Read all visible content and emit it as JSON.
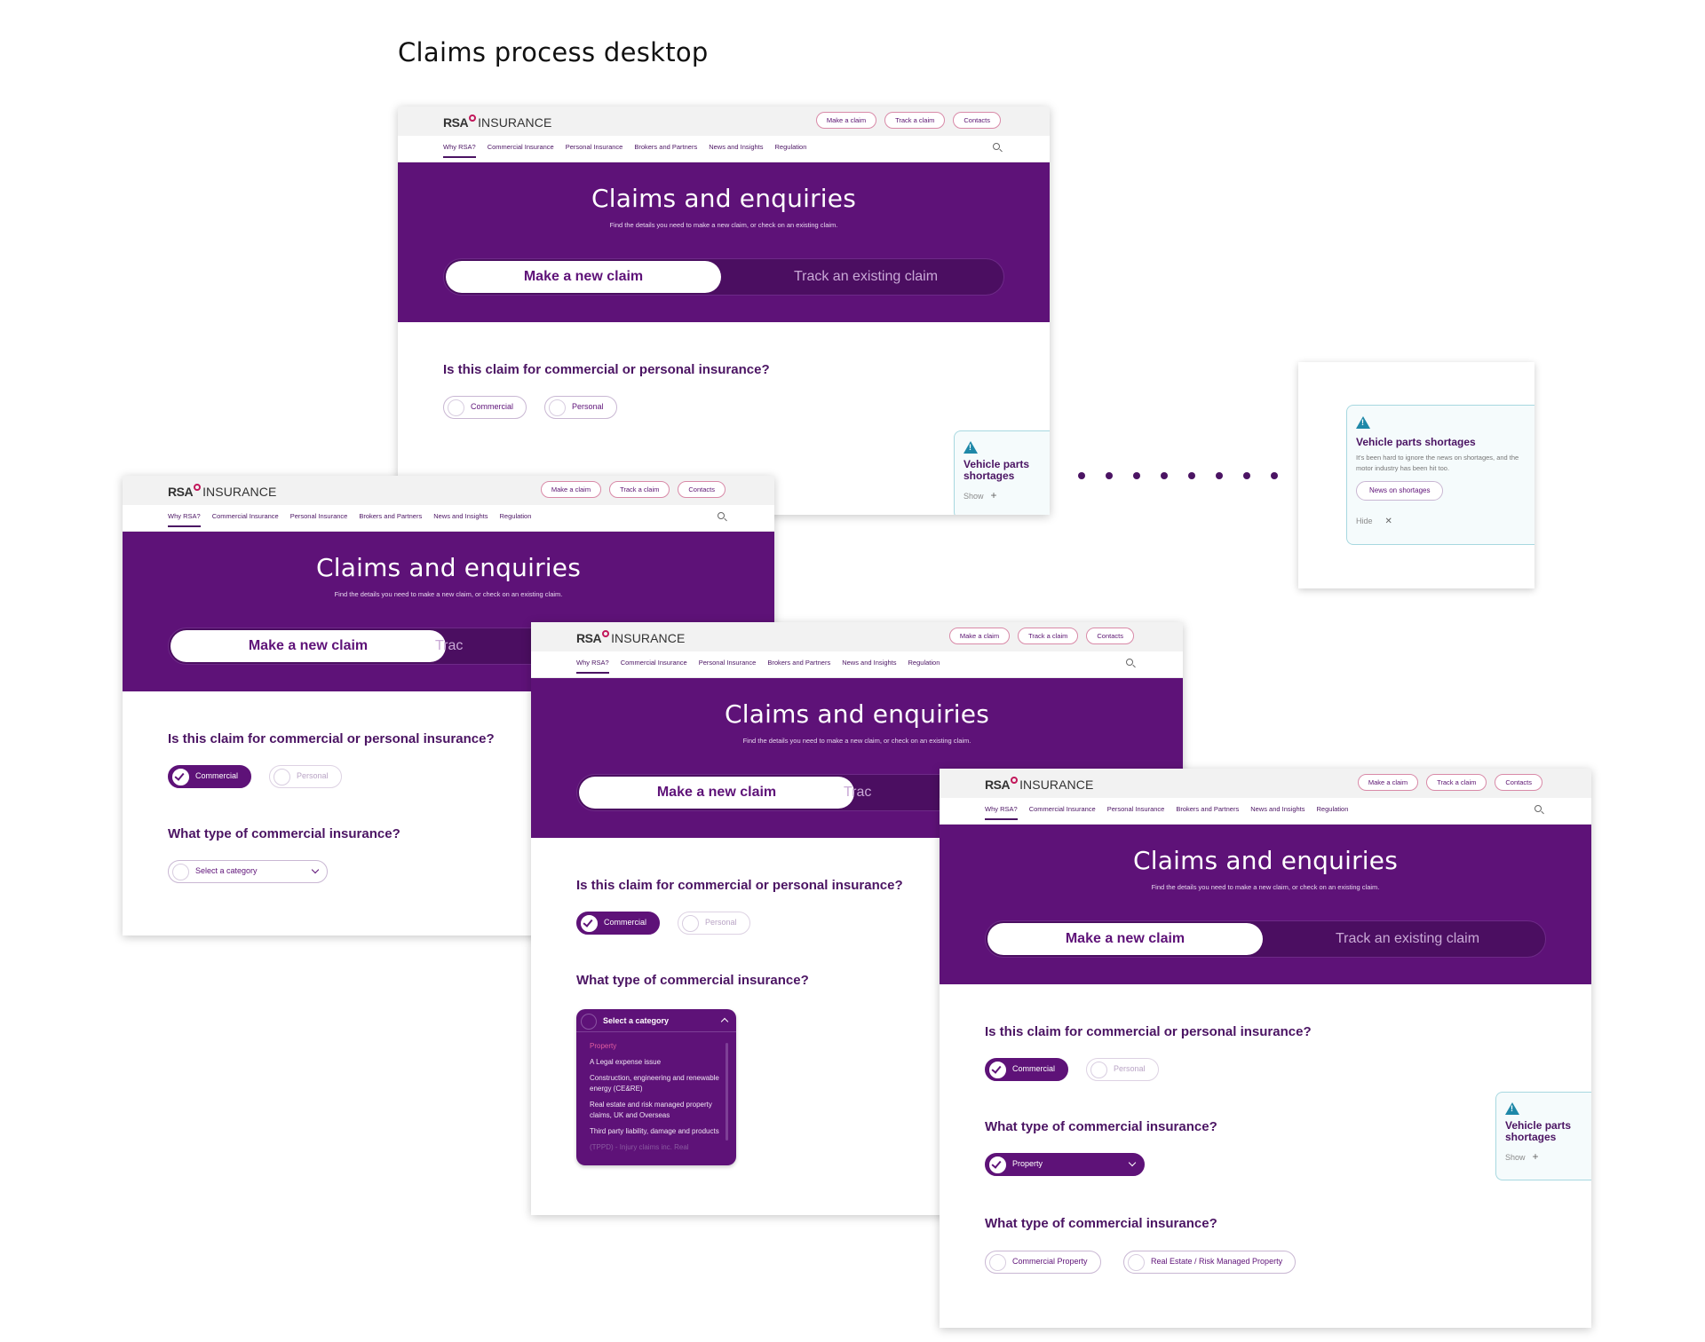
{
  "page_title": "Claims process desktop",
  "header": {
    "logo_rsa": "RSA",
    "logo_insurance": "INSURANCE",
    "buttons": [
      "Make a claim",
      "Track a claim",
      "Contacts"
    ]
  },
  "nav": [
    "Why RSA?",
    "Commercial Insurance",
    "Personal Insurance",
    "Brokers and Partners",
    "News and Insights",
    "Regulation"
  ],
  "hero": {
    "title": "Claims and enquiries",
    "subtitle": "Find the details you need to make a new claim, or check on an existing claim.",
    "tab_new": "Make a new claim",
    "tab_track": "Track an existing claim",
    "tab_track_cut": "Trac"
  },
  "q1": {
    "label": "Is this claim for commercial or personal insurance?",
    "opt_commercial": "Commercial",
    "opt_personal": "Personal"
  },
  "q2": {
    "label": "What type of commercial insurance?",
    "placeholder": "Select a category",
    "selected": "Property",
    "options": [
      "Property",
      "A Legal expense issue",
      "Construction, engineering and renewable energy (CE&RE)",
      "Real estate and risk managed property claims, UK and Overseas",
      "Third party liability, damage and products",
      "(TPPD) - Injury claims inc. Real"
    ]
  },
  "q3": {
    "label": "What type of commercial insurance?",
    "opt_a": "Commercial Property",
    "opt_b": "Real Estate / Risk Managed Property"
  },
  "alert": {
    "title": "Vehicle parts shortages",
    "show": "Show",
    "hide": "Hide",
    "text": "It's been hard to ignore the news on shortages, and the motor industry has been hit too.",
    "button": "News on shortages"
  },
  "colors": {
    "brand": "#5e1278",
    "accent": "#c2185b",
    "alert": "#1e88a8"
  }
}
